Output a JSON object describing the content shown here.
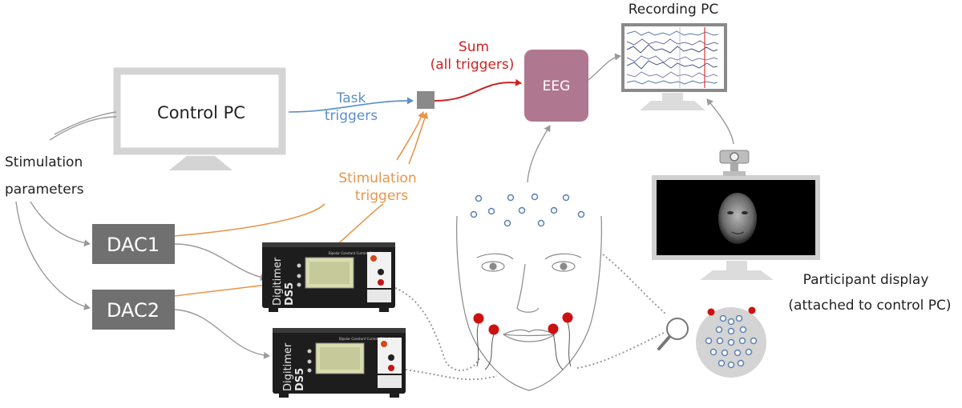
{
  "control_pc": {
    "label": "Control PC"
  },
  "recording_pc": {
    "label": "Recording PC"
  },
  "eeg": {
    "label": "EEG"
  },
  "dac1": {
    "label": "DAC1"
  },
  "dac2": {
    "label": "DAC2"
  },
  "stimulation_parameters": {
    "line1": "Stimulation",
    "line2": "parameters"
  },
  "task_triggers": {
    "line1": "Task",
    "line2": "triggers"
  },
  "stimulation_triggers": {
    "line1": "Stimulation",
    "line2": "triggers"
  },
  "sum": {
    "line1": "Sum",
    "line2": "(all triggers)"
  },
  "participant_display": {
    "line1": "Participant display",
    "line2": "(attached to control PC)"
  },
  "stimulator": {
    "brand": "Digitimer",
    "model": "DS5",
    "header": "Bipolar Constant Current Stimulator"
  },
  "colors": {
    "task_blue": "#5b8fc9",
    "stim_orange": "#e8954a",
    "sum_red": "#cc2222",
    "eeg_box": "#b07890",
    "dac_box": "#707070",
    "electrode_red": "#cc1111",
    "electrode_blue": "#5b7fb5"
  },
  "icons": [
    "monitor-icon",
    "webcam-icon",
    "magnifier-icon",
    "face-icon",
    "electrode-cap-icon"
  ]
}
